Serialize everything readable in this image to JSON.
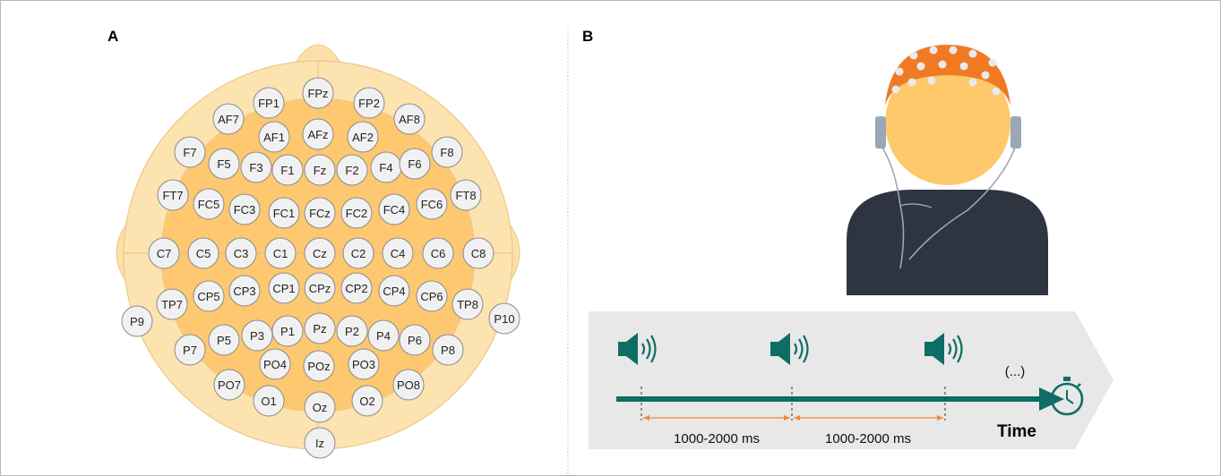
{
  "panel_a": {
    "label": "A",
    "electrodes": [
      "FP1",
      "FPz",
      "FP2",
      "AF7",
      "AF8",
      "AF1",
      "AFz",
      "AF2",
      "F7",
      "F5",
      "F3",
      "F1",
      "Fz",
      "F2",
      "F4",
      "F6",
      "F8",
      "FT7",
      "FC5",
      "FC3",
      "FC1",
      "FCz",
      "FC2",
      "FC4",
      "FC6",
      "FT8",
      "C7",
      "C5",
      "C3",
      "C1",
      "Cz",
      "C2",
      "C4",
      "C6",
      "C8",
      "TP7",
      "CP5",
      "CP3",
      "CP1",
      "CPz",
      "CP2",
      "CP4",
      "CP6",
      "TP8",
      "P9",
      "P10",
      "P7",
      "P5",
      "P3",
      "P1",
      "Pz",
      "P2",
      "P4",
      "P6",
      "P8",
      "PO7",
      "PO4",
      "POz",
      "PO3",
      "PO8",
      "O1",
      "Oz",
      "O2",
      "Iz"
    ]
  },
  "panel_b": {
    "label": "B",
    "ellipsis": "(...)",
    "interval_1": "1000-2000 ms",
    "interval_2": "1000-2000 ms",
    "time_label": "Time",
    "icons": [
      "speaker-icon",
      "speaker-icon",
      "speaker-icon",
      "stopwatch-icon"
    ],
    "colors": {
      "teal": "#0e6d64",
      "cap_orange": "#f07a24",
      "head": "#fdc96a",
      "shirt": "#2e3440",
      "interval_line": "#f0893a",
      "band": "#e8e8e8"
    }
  }
}
